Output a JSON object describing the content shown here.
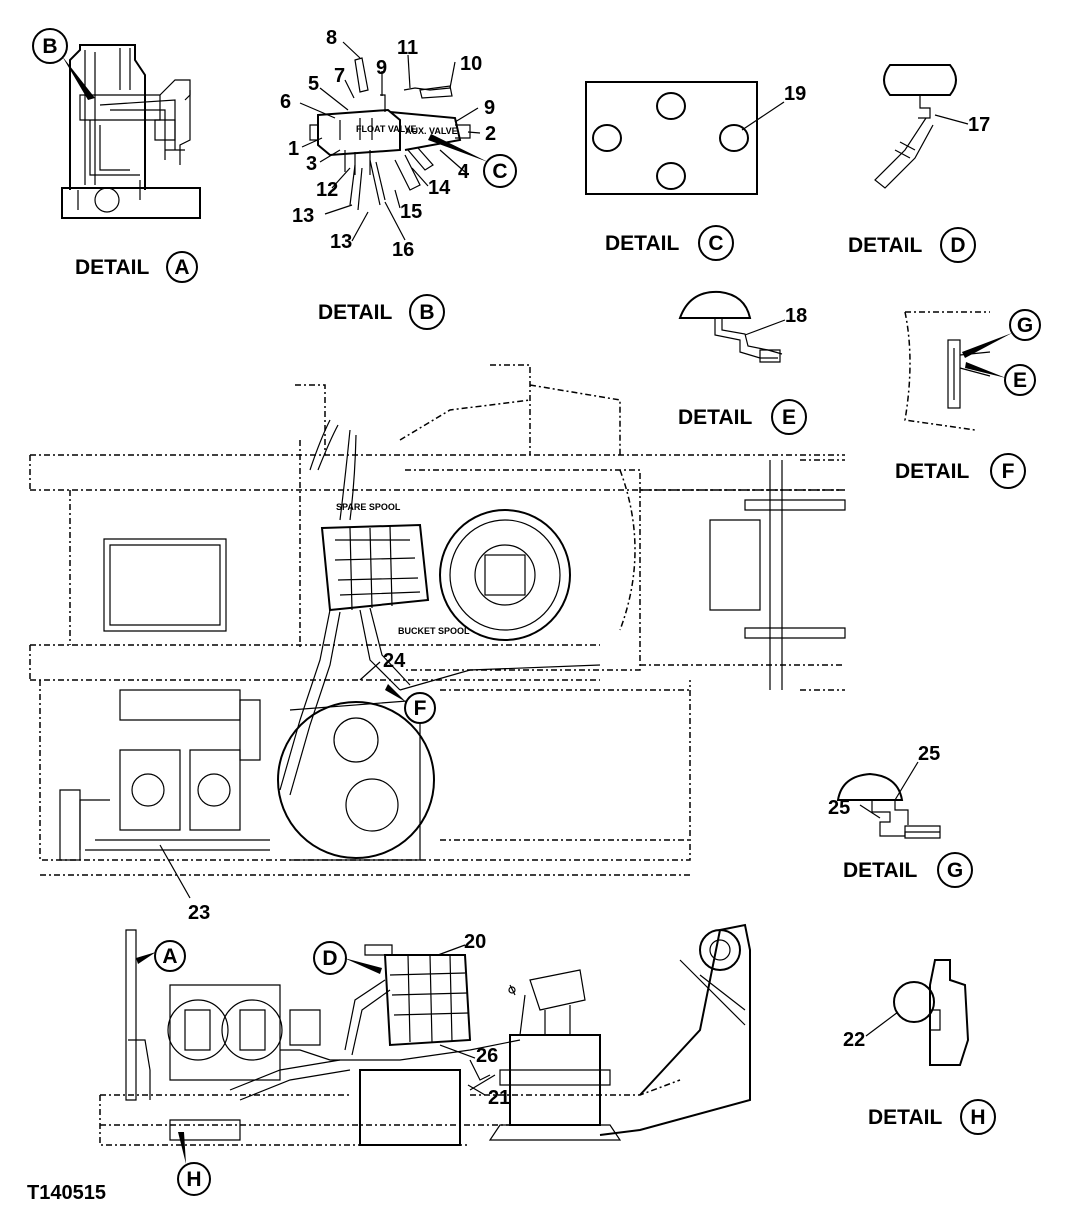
{
  "figure_id": "T140515",
  "details": {
    "a": {
      "word": "DETAIL",
      "letter": "A"
    },
    "b": {
      "word": "DETAIL",
      "letter": "B"
    },
    "c": {
      "word": "DETAIL",
      "letter": "C"
    },
    "d": {
      "word": "DETAIL",
      "letter": "D"
    },
    "e": {
      "word": "DETAIL",
      "letter": "E"
    },
    "f": {
      "word": "DETAIL",
      "letter": "F"
    },
    "g": {
      "word": "DETAIL",
      "letter": "G"
    },
    "h": {
      "word": "DETAIL",
      "letter": "H"
    }
  },
  "callouts": {
    "b_in_a": "B",
    "c_in_b": "C",
    "g_in_f": "G",
    "e_in_f": "E",
    "f_main": "F",
    "a_lower": "A",
    "d_lower": "D",
    "h_lower": "H"
  },
  "parts": {
    "p1": "1",
    "p2": "2",
    "p3": "3",
    "p4": "4",
    "p5": "5",
    "p6": "6",
    "p7": "7",
    "p8": "8",
    "p9a": "9",
    "p9b": "9",
    "p10": "10",
    "p11": "11",
    "p12": "12",
    "p13a": "13",
    "p13b": "13",
    "p14": "14",
    "p15": "15",
    "p16": "16",
    "p17": "17",
    "p18": "18",
    "p19": "19",
    "p20": "20",
    "p21": "21",
    "p22": "22",
    "p23": "23",
    "p24": "24",
    "p25a": "25",
    "p25b": "25",
    "p26": "26"
  },
  "valve_text": {
    "spare_spool": "SPARE SPOOL",
    "bucket_spool": "BUCKET SPOOL",
    "float_valve": "FLOAT VALVE",
    "aux_valve": "AUX. VALVE"
  }
}
